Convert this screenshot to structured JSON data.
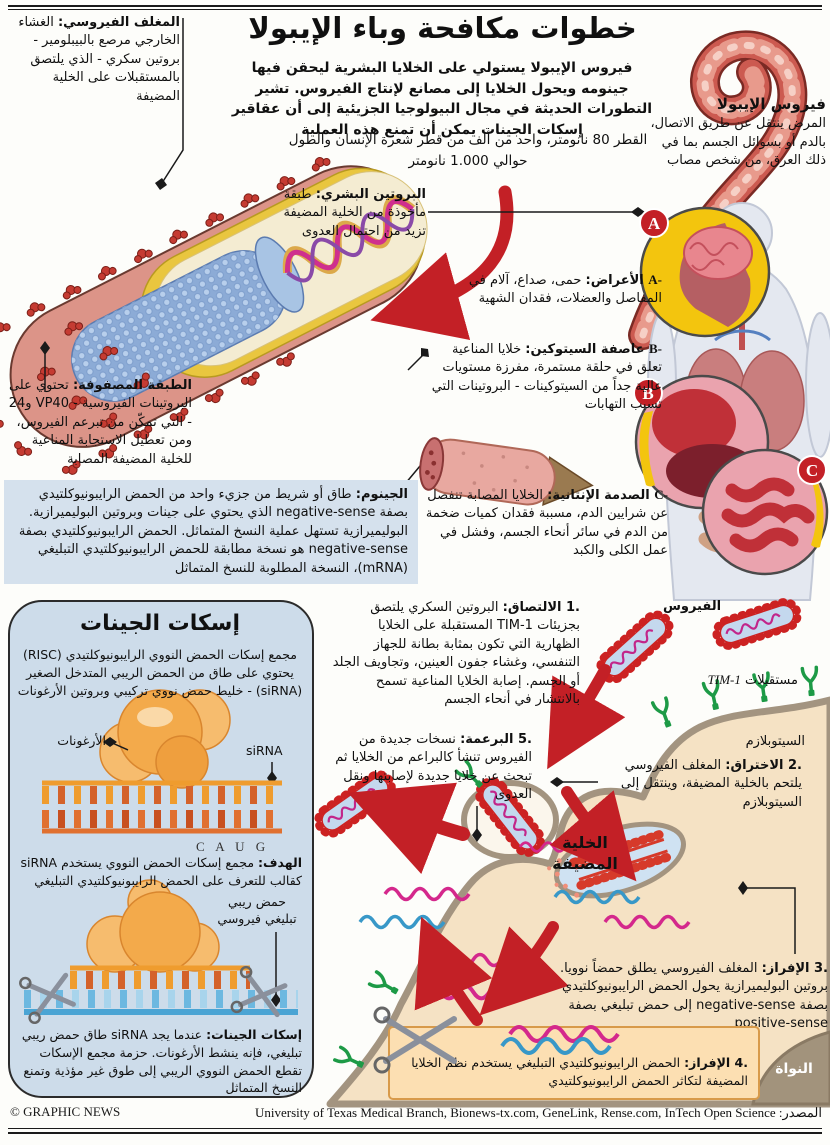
{
  "header": {
    "title": "خطوات مكافحة وباء الإيبولا",
    "intro": "فيروس الإيبولا يستولي على الخلايا البشرية ليحقن فيها جينومه ويحول الخلايا إلى مصانع لإنتاج الفيروس. تشير التطورات الحديثة في مجال البيولوجيا الجزيئية إلى أن عقاقير إسكات الجينات يمكن أن تمنع هذه العملية",
    "size_note": "القطر 80 نانومتر، واحد من ألف من قطر شعرة الإنسان والطول حوالي 1.000 نانومتر"
  },
  "virus_info": {
    "title": "فيروس الإيبولا",
    "text": "المرض ينتقل عن طريق الاتصال، بالدم أو بسوائل الجسم بما في ذلك العرق، من شخص مصاب"
  },
  "anatomy": {
    "envelope": {
      "label": "المغلف الفيروسي:",
      "text": "الغشاء الخارجي مرصع بالبيبلومير - بروتين سكري - الذي يلتصق بالمستقبلات على الخلية المضيفة"
    },
    "human_protein": {
      "label": "البروتين البشري:",
      "text": "طبقة مأخوذة من الخلية المضيفة تزيد من احتمال العدوى"
    },
    "matrix": {
      "label": "الطبقة المصفوفة:",
      "text": "تحتوي على البروتينات الفيروسية - VP40 و24 - التي تمكّن من تبرعم الفيروس، ومن تعطيل الاستجابة المناعية للخلية المضيفة المصابة"
    },
    "genome": {
      "label": "الجينوم:",
      "text": "طاق أو شريط من جزيء واحد من الحمض الرايبونيوكلتيدي بصفة negative-sense الذي يحتوي على جينات وبروتين البوليميرازية. البوليميرازية تستهل عملية النسخ المتماثل. الحمض الرايبونيوكلتيدي بصفة negative-sense هو نسخة مطابقة للحمض الرايبونيوكلتيدي التبليغي (mRNA)، النسخة المطلوبة للنسخ المتماثل"
    }
  },
  "symptoms": {
    "a": {
      "badge": "A",
      "letter": "A-",
      "name": "الأعراض:",
      "text": "حمى، صداع، آلام في المفاصل والعضلات، فقدان الشهية"
    },
    "b": {
      "badge": "B",
      "letter": "B-",
      "name": "عاصفة السيتوكين:",
      "text": "خلايا المناعية تعلق في حلقة مستمرة، مفرزة مستويات عالية جداً من السيتوكينات - البروتينات التي تسبب التهابات"
    },
    "c": {
      "badge": "C",
      "letter": "C-",
      "name": "الصدمة الإنتانية:",
      "text": "الخلايا المصابة تنفصل عن شرايين الدم، مسببة فقدان كميات ضخمة من الدم في سائر أنحاء الجسم، وفشل في عمل الكلى والكبد"
    }
  },
  "panel": {
    "title": "إسكات الجينات",
    "intro": "مجمع إسكات الحمض النووي الرايبونيوكلتيدي (RISC) يحتوي على طاق من الحمض الريبي المتدخل الصغير (siRNA) - خليط حمض نووي تركيبي وبروتين الأرغونات",
    "argonaute_label": "الأرغونات",
    "sirna_label": "siRNA",
    "caug": "C A U G",
    "target": {
      "label": "الهدف:",
      "text": "مجمع إسكات الحمض النووي يستخدم siRNA كقالب للتعرف على الحمض الرايبونيوكلتيدي التبليغي"
    },
    "mrna_label_1": "حمض ريبي",
    "mrna_label_2": "تبليغي فيروسي",
    "silencing": {
      "label": "إسكات الجينات:",
      "text": "عندما يجد siRNA طاق حمض ريبي تبليغي، فإنه ينشط الأرغونات. حزمة مجمع الإسكات تقطع الحمض النووي الريبي إلى طوق غير مؤذية وتمنع النسخ المتماثل"
    }
  },
  "steps": {
    "s1": {
      "num": "1.",
      "name": "الالتصاق:",
      "text": "البروتين السكري يلتصق بجزيئات TIM-1 المستقبلة على الخلايا الظهارية التي تكون بمثابة بطانة للجهاز التنفسي، وغشاء جفون العينين، وتجاويف الجلد أو الجسم. إصابة الخلايا المناعية تسمح بالانتشار في أنحاء الجسم"
    },
    "s2": {
      "num": "2.",
      "name": "الاختراق:",
      "text": "المغلف الفيروسي يلتحم بالخلية المضيفة، وينتقل إلى السيتوبلازم"
    },
    "s3": {
      "num": "3.",
      "name": "الإفراز:",
      "text": "المغلف الفيروسي يطلق حمضاً نوويا. بروتين البوليميرازية يحول الحمض الرايبونيوكلتيدي بصفة negative-sense إلى حمض تبليغي بصفة positive-sense"
    },
    "s4": {
      "num": "4.",
      "name": "الإفراز:",
      "text": "الحمض الرايبونيوكلتيدي التبليغي يستخدم نظم الخلايا المضيفة لتكاثر الحمض الرايبونيوكلتيدي"
    },
    "s5": {
      "num": "5.",
      "name": "البرعمة:",
      "text": "نسخات جديدة من الفيروس تنشأ كالبراعم من الخلايا ثم تبحث عن خلايا جديدة لإصابتها ونقل العدوى"
    },
    "virus_label": "الفيروس",
    "tim1_ar": "مستقبلات",
    "tim1_en": "TIM-1",
    "cytoplasm_label": "السيتوبلازم",
    "host_cell_label": "الخلية المضيفة",
    "nucleus_label": "النواة"
  },
  "footer": {
    "copyright": "© GRAPHIC NEWS",
    "source_label": "المصدر:",
    "source_text": "University of Texas Medical Branch, Bionews-tx.com, GeneLink, Rense.com, InTech Open Science"
  },
  "colors": {
    "accent_red": "#c32026",
    "panel_blue": "#cddcea",
    "genome_box_blue": "#d5e1ed",
    "cell_tan": "#f5e2c4",
    "membrane_gray": "#a39480",
    "nucleus_taupe": "#a2937c",
    "receptor_green": "#1d9a46",
    "argonaute_orange": "#f3aa4b",
    "sirna_orange": "#ef9c2e",
    "mrna_blue": "#58b0dc",
    "helix_magenta": "#cf2f8e",
    "virus_red": "#cc2222",
    "badge_yellow": "#f3c50e",
    "step4_box": "#fcdfb2"
  }
}
